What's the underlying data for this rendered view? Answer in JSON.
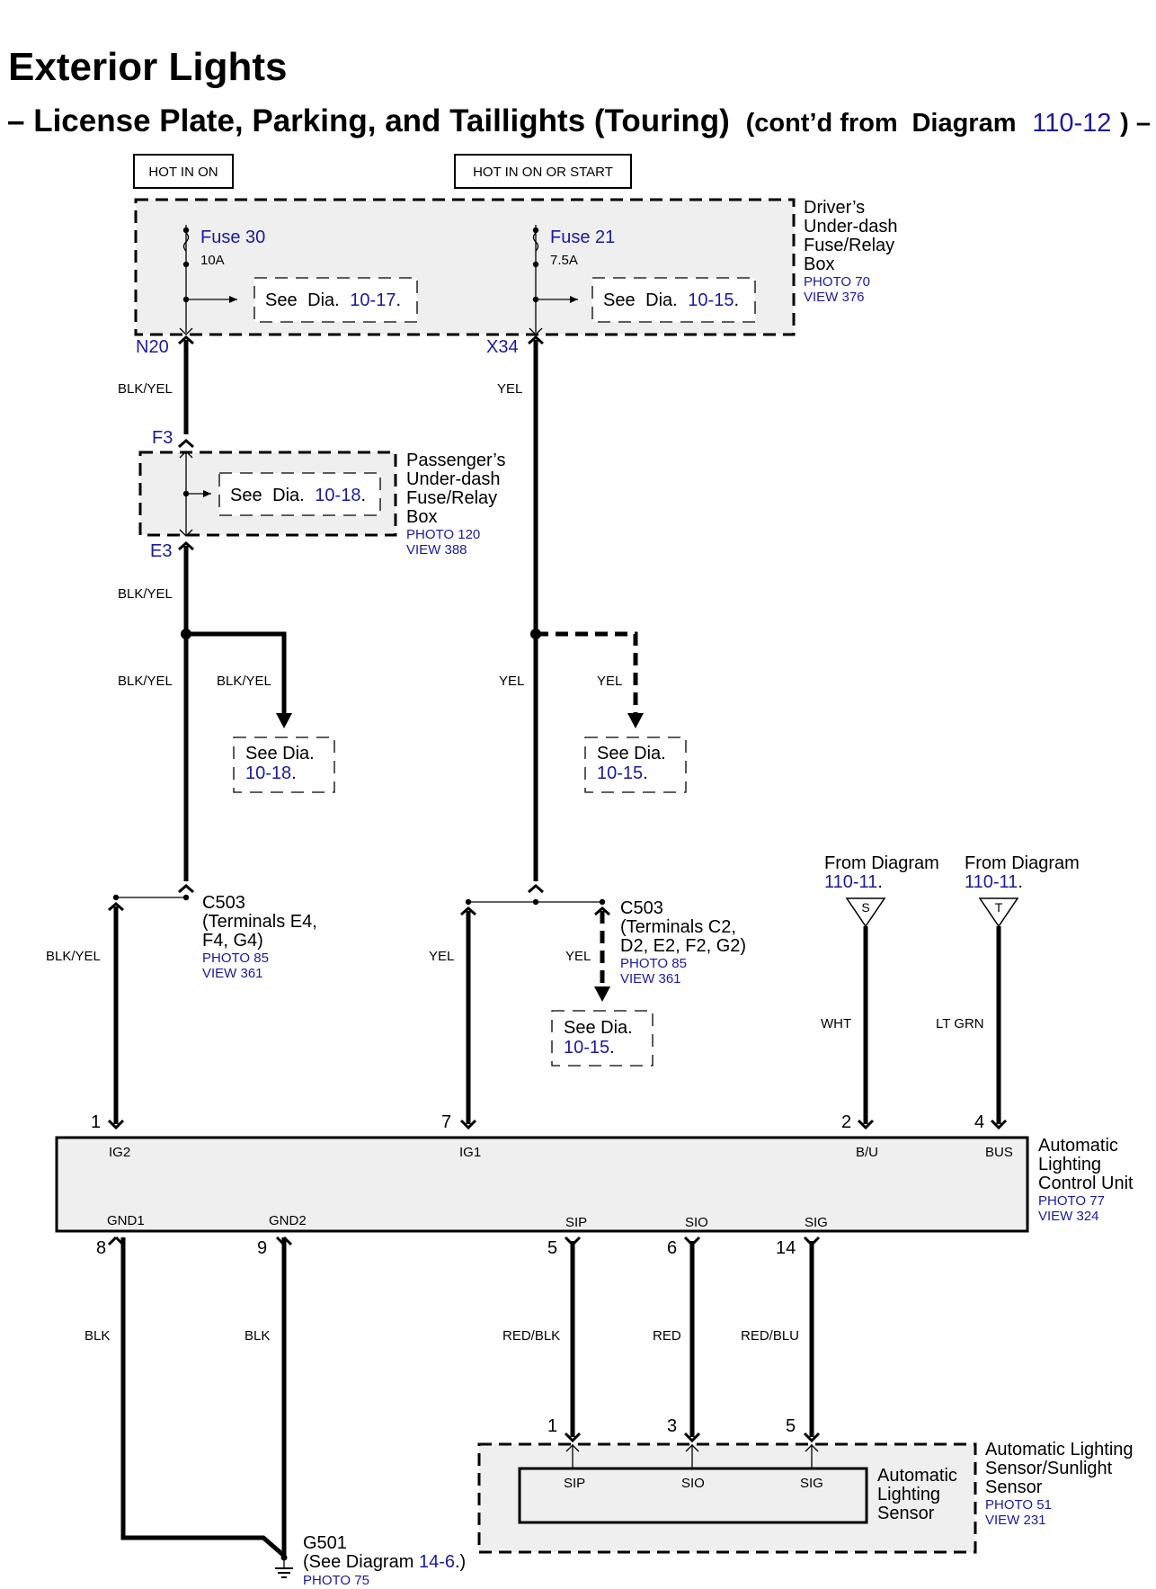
{
  "title": "Exterior Lights",
  "subtitle": {
    "main": "– License Plate, Parking, and Taillights (Touring)",
    "contd": "(cont’d from",
    "diagram_word": "Diagram",
    "diagram_ref": "110-12",
    "close": ") –"
  },
  "power": {
    "hot_in_on": "HOT IN ON",
    "hot_in_on_or_start": "HOT IN ON OR START"
  },
  "drivers_box": {
    "label_lines": [
      "Driver’s",
      "Under-dash",
      "Fuse/Relay",
      "Box"
    ],
    "photo": "PHOTO 70",
    "view": "VIEW 376",
    "fuse_a_name": "Fuse 30",
    "fuse_a_rating": "10A",
    "fuse_b_name": "Fuse 21",
    "fuse_b_rating": "7.5A",
    "ref_a_see": "See",
    "ref_a_dia": "Dia.",
    "ref_a_num": "10-17",
    "ref_b_see": "See",
    "ref_b_dia": "Dia.",
    "ref_b_num": "10-15",
    "pin_a": "N20",
    "pin_b": "X34"
  },
  "passengers_box": {
    "label_lines": [
      "Passenger’s",
      "Under-dash",
      "Fuse/Relay",
      "Box"
    ],
    "photo": "PHOTO 120",
    "view": "VIEW 388",
    "pin_in": "F3",
    "pin_out": "E3",
    "ref_see": "See",
    "ref_dia": "Dia.",
    "ref_num": "10-18"
  },
  "wires": {
    "blk_yel": "BLK/YEL",
    "yel": "YEL",
    "wht": "WHT",
    "lt_grn": "LT GRN",
    "blk": "BLK",
    "red_blk": "RED/BLK",
    "red": "RED",
    "red_blu": "RED/BLU"
  },
  "branch_refs": {
    "left_see_dia": "See  Dia.",
    "left_num": "10-18",
    "right_see_dia": "See  Dia.",
    "right_num": "10-15",
    "c503_see_dia": "See  Dia.",
    "c503_num": "10-15"
  },
  "c503_left": {
    "lines": [
      "C503",
      "(Terminals E4,",
      "F4, G4)"
    ],
    "photo": "PHOTO 85",
    "view": "VIEW 361"
  },
  "c503_right": {
    "lines": [
      "C503",
      "(Terminals C2,",
      "D2, E2, F2, G2)"
    ],
    "photo": "PHOTO 85",
    "view": "VIEW 361"
  },
  "from_diagram": {
    "text": "From Diagram",
    "ref_s": "110-11",
    "ref_t": "110-11",
    "conn_s": "S",
    "conn_t": "T"
  },
  "control_unit": {
    "label_lines": [
      "Automatic",
      "Lighting",
      "Control Unit"
    ],
    "photo": "PHOTO 77",
    "view": "VIEW 324",
    "pins_top": [
      {
        "num": "1",
        "name": "IG2"
      },
      {
        "num": "7",
        "name": "IG1"
      },
      {
        "num": "2",
        "name": "B/U"
      },
      {
        "num": "4",
        "name": "BUS"
      }
    ],
    "pins_bottom": [
      {
        "num": "8",
        "name": "GND1"
      },
      {
        "num": "9",
        "name": "GND2"
      },
      {
        "num": "5",
        "name": "SIP"
      },
      {
        "num": "6",
        "name": "SIO"
      },
      {
        "num": "14",
        "name": "SIG"
      }
    ]
  },
  "sensor": {
    "outer_label_lines": [
      "Automatic Lighting",
      "Sensor/Sunlight",
      "Sensor"
    ],
    "photo": "PHOTO 51",
    "view": "VIEW 231",
    "inner_label_lines": [
      "Automatic",
      "Lighting",
      "Sensor"
    ],
    "pins": [
      {
        "num": "1",
        "name": "SIP"
      },
      {
        "num": "3",
        "name": "SIO"
      },
      {
        "num": "5",
        "name": "SIG"
      }
    ]
  },
  "ground": {
    "name": "G501",
    "see_text": "(See Diagram",
    "ref": "14-6",
    "close": ".)",
    "photo": "PHOTO 75"
  },
  "colors": {
    "link_blue": "#1a1aa0",
    "box_fill": "#efefef"
  }
}
